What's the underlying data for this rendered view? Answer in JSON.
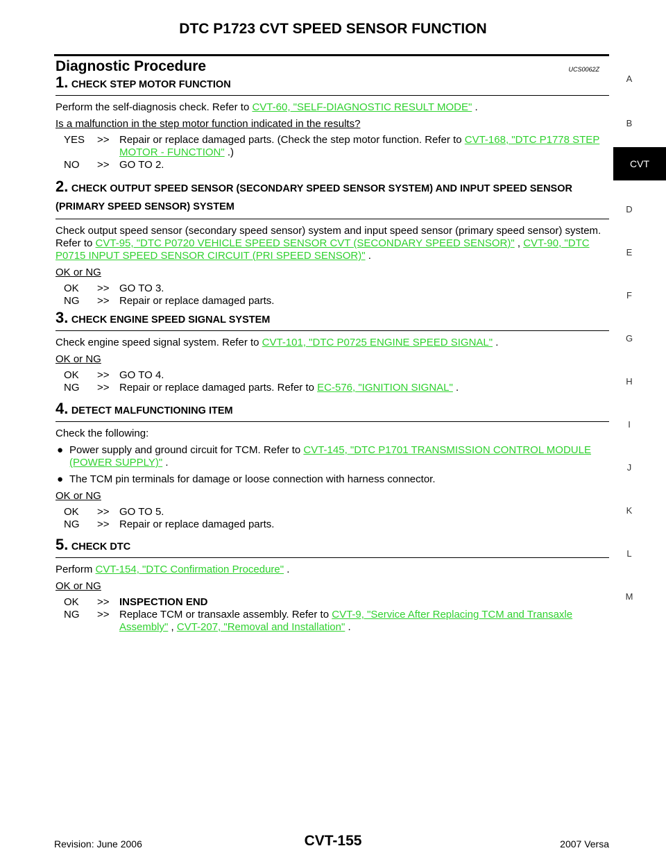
{
  "header": {
    "title": "DTC P1723 CVT SPEED SENSOR FUNCTION"
  },
  "section": {
    "title": "Diagnostic Procedure",
    "code": "UCS0062Z"
  },
  "steps": [
    {
      "num": "1.",
      "title": "CHECK STEP MOTOR FUNCTION",
      "text_pre": "Perform the self-diagnosis check. Refer to ",
      "link": "CVT-60, \"SELF-DIAGNOSTIC RESULT MODE\"",
      "text_post": " .",
      "question": "Is a malfunction in the step motor function indicated in the results?",
      "answers": [
        {
          "key": "YES",
          "arrow": ">>",
          "text": "Repair or replace damaged parts. (Check the step motor function. Refer to ",
          "link": "CVT-168, \"DTC P1778 STEP MOTOR - FUNCTION\"",
          "post": " .)"
        },
        {
          "key": "NO",
          "arrow": ">>",
          "text": "GO TO 2."
        }
      ]
    },
    {
      "num": "2.",
      "title": "CHECK OUTPUT SPEED SENSOR (SECONDARY SPEED SENSOR SYSTEM) AND INPUT SPEED SENSOR (PRIMARY SPEED SENSOR) SYSTEM",
      "text_pre": "Check output speed sensor (secondary speed sensor) system and input speed sensor (primary speed sensor) system. Refer to ",
      "link1": "CVT-95, \"DTC P0720 VEHICLE SPEED SENSOR CVT (SECONDARY SPEED SENSOR)\"",
      "mid": " , ",
      "link2": "CVT-90, \"DTC P0715 INPUT SPEED SENSOR CIRCUIT (PRI SPEED SENSOR)\"",
      "text_post": " .",
      "question": "OK or NG",
      "answers": [
        {
          "key": "OK",
          "arrow": ">>",
          "text": "GO TO 3."
        },
        {
          "key": "NG",
          "arrow": ">>",
          "text": "Repair or replace damaged parts."
        }
      ]
    },
    {
      "num": "3.",
      "title": "CHECK ENGINE SPEED SIGNAL SYSTEM",
      "text_pre": "Check engine speed signal system. Refer to ",
      "link": "CVT-101, \"DTC P0725 ENGINE SPEED SIGNAL\"",
      "text_post": " .",
      "question": "OK or NG",
      "answers": [
        {
          "key": "OK",
          "arrow": ">>",
          "text": "GO TO 4."
        },
        {
          "key": "NG",
          "arrow": ">>",
          "text": "Repair or replace damaged parts. Refer to ",
          "link": "EC-576, \"IGNITION SIGNAL\"",
          "post": " ."
        }
      ]
    },
    {
      "num": "4.",
      "title": "DETECT MALFUNCTIONING ITEM",
      "text": "Check the following:",
      "bullets": [
        {
          "text": "Power supply and ground circuit for TCM. Refer to ",
          "link": "CVT-145, \"DTC P1701 TRANSMISSION CONTROL MODULE (POWER SUPPLY)\"",
          "post": " ."
        },
        {
          "text": "The TCM pin terminals for damage or loose connection with harness connector."
        }
      ],
      "question": "OK or NG",
      "answers": [
        {
          "key": "OK",
          "arrow": ">>",
          "text": "GO TO 5."
        },
        {
          "key": "NG",
          "arrow": ">>",
          "text": "Repair or replace damaged parts."
        }
      ]
    },
    {
      "num": "5.",
      "title": "CHECK DTC",
      "text_pre": "Perform ",
      "link": "CVT-154, \"DTC Confirmation Procedure\"",
      "text_post": " .",
      "question": "OK or NG",
      "answers": [
        {
          "key": "OK",
          "arrow": ">>",
          "text": "INSPECTION END"
        },
        {
          "key": "NG",
          "arrow": ">>",
          "text": "Replace TCM or transaxle assembly. Refer to ",
          "link1": "CVT-9, \"Service After Replacing TCM and Transaxle Assembly\"",
          "mid": " , ",
          "link2": "CVT-207, \"Removal and Installation\"",
          "post": " ."
        }
      ]
    }
  ],
  "sidebar": {
    "letters": [
      "A",
      "B",
      "D",
      "E",
      "F",
      "G",
      "H",
      "I",
      "J",
      "K",
      "L",
      "M"
    ],
    "active": "CVT"
  },
  "footer": {
    "revision": "Revision: June 2006",
    "page": "CVT-155",
    "model": "2007 Versa"
  },
  "colors": {
    "link": "#2fd12f",
    "tab_bg": "#000000"
  },
  "icons": {
    "bullet": "bullet-dot-icon"
  }
}
